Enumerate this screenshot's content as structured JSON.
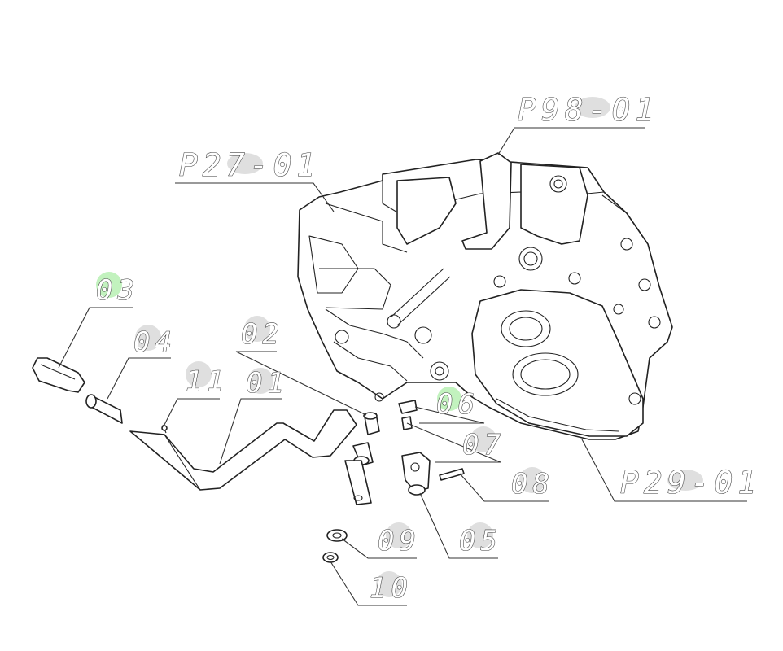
{
  "callouts": [
    {
      "id": "p98",
      "label": "P98-01",
      "highlight": "#d9d9d9"
    },
    {
      "id": "p27",
      "label": "P27-01",
      "highlight": "#d9d9d9"
    },
    {
      "id": "c03",
      "label": "03",
      "highlight": "#b7f0b3"
    },
    {
      "id": "c04",
      "label": "04",
      "highlight": "#d9d9d9"
    },
    {
      "id": "c11",
      "label": "11",
      "highlight": "#d9d9d9"
    },
    {
      "id": "c01",
      "label": "01",
      "highlight": "#d9d9d9"
    },
    {
      "id": "c02",
      "label": "02",
      "highlight": "#d9d9d9"
    },
    {
      "id": "c06",
      "label": "06",
      "highlight": "#b7f0b3"
    },
    {
      "id": "c07",
      "label": "07",
      "highlight": "#d9d9d9"
    },
    {
      "id": "c08",
      "label": "08",
      "highlight": "#d9d9d9"
    },
    {
      "id": "p29",
      "label": "P29-01",
      "highlight": "#d9d9d9"
    },
    {
      "id": "c09",
      "label": "09",
      "highlight": "#d9d9d9"
    },
    {
      "id": "c05",
      "label": "05",
      "highlight": "#d9d9d9"
    },
    {
      "id": "c10",
      "label": "10",
      "highlight": "#d9d9d9"
    }
  ]
}
